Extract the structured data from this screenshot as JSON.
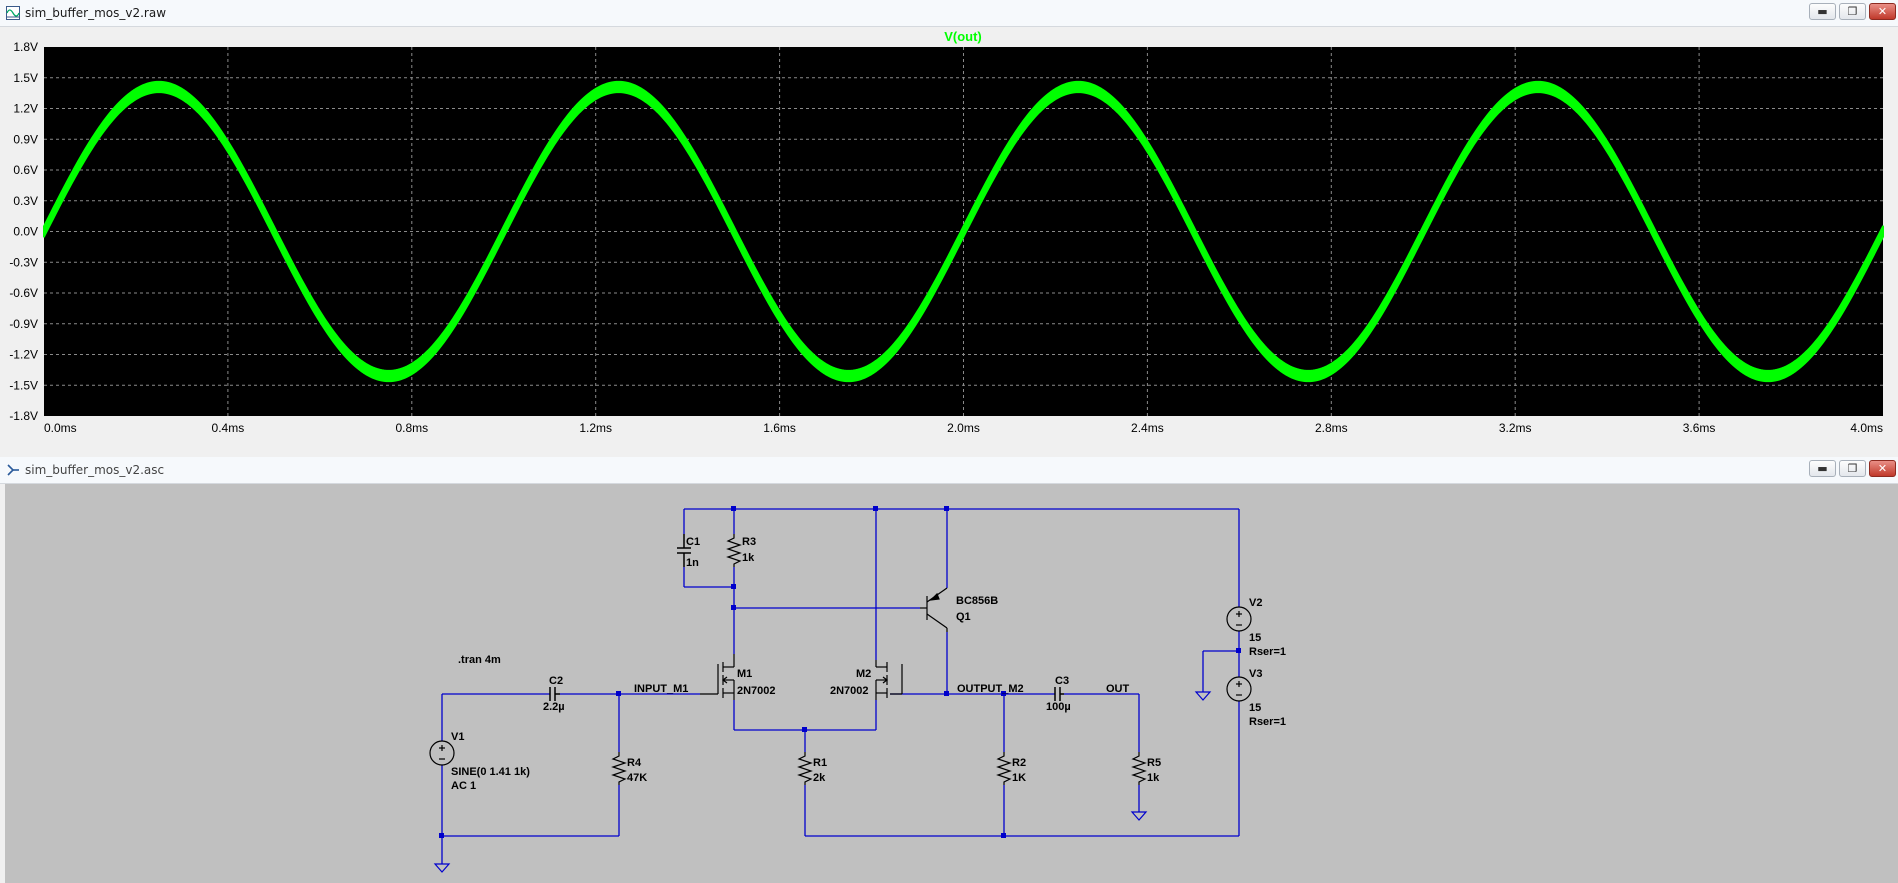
{
  "waveform_window": {
    "title": "sim_buffer_mos_v2.raw",
    "trace_label": "V(out)",
    "trace_color": "#00ff00",
    "plot_bg": "#000000",
    "grid_color": "#8a8a8a"
  },
  "schematic_window": {
    "title": "sim_buffer_mos_v2.asc",
    "wire_color": "#0000cc",
    "background": "#c0c0c0",
    "directive": ".tran 4m",
    "components": {
      "c1": {
        "name": "C1",
        "value": "1n"
      },
      "r3": {
        "name": "R3",
        "value": "1k"
      },
      "q1": {
        "model": "BC856B",
        "name": "Q1"
      },
      "m1": {
        "name": "M1",
        "model": "2N7002"
      },
      "m2": {
        "name": "M2",
        "model": "2N7002"
      },
      "c2": {
        "name": "C2",
        "value": "2.2µ"
      },
      "c3": {
        "name": "C3",
        "value": "100µ"
      },
      "r1": {
        "name": "R1",
        "value": "2k"
      },
      "r2": {
        "name": "R2",
        "value": "1K"
      },
      "r4": {
        "name": "R4",
        "value": "47K"
      },
      "r5": {
        "name": "R5",
        "value": "1k"
      },
      "v1": {
        "name": "V1",
        "value": "SINE(0 1.41 1k)",
        "ac": "AC 1"
      },
      "v2": {
        "name": "V2",
        "value": "15",
        "rser": "Rser=1"
      },
      "v3": {
        "name": "V3",
        "value": "15",
        "rser": "Rser=1"
      }
    },
    "nets": {
      "input": "INPUT_M1",
      "output_m2": "OUTPUT_M2",
      "out": "OUT"
    }
  },
  "window_controls": {
    "minimize": "minimize-icon",
    "maximize": "maximize-icon",
    "close": "close-icon"
  },
  "chart_data": {
    "type": "line",
    "title": "V(out)",
    "xlabel": "",
    "ylabel": "",
    "x_ticks": [
      "0.0ms",
      "0.4ms",
      "0.8ms",
      "1.2ms",
      "1.6ms",
      "2.0ms",
      "2.4ms",
      "2.8ms",
      "3.2ms",
      "3.6ms",
      "4.0ms"
    ],
    "y_ticks": [
      "1.8V",
      "1.5V",
      "1.2V",
      "0.9V",
      "0.6V",
      "0.3V",
      "0.0V",
      "-0.3V",
      "-0.6V",
      "-0.9V",
      "-1.2V",
      "-1.5V",
      "-1.8V"
    ],
    "xlim": [
      0,
      4
    ],
    "ylim": [
      -1.8,
      1.8
    ],
    "grid": true,
    "series": [
      {
        "name": "V(out)",
        "waveform": "sine",
        "amplitude": 1.41,
        "frequency_khz": 1,
        "offset": 0,
        "band_width_v": 0.1,
        "x_range_ms": [
          0,
          4
        ]
      }
    ]
  }
}
